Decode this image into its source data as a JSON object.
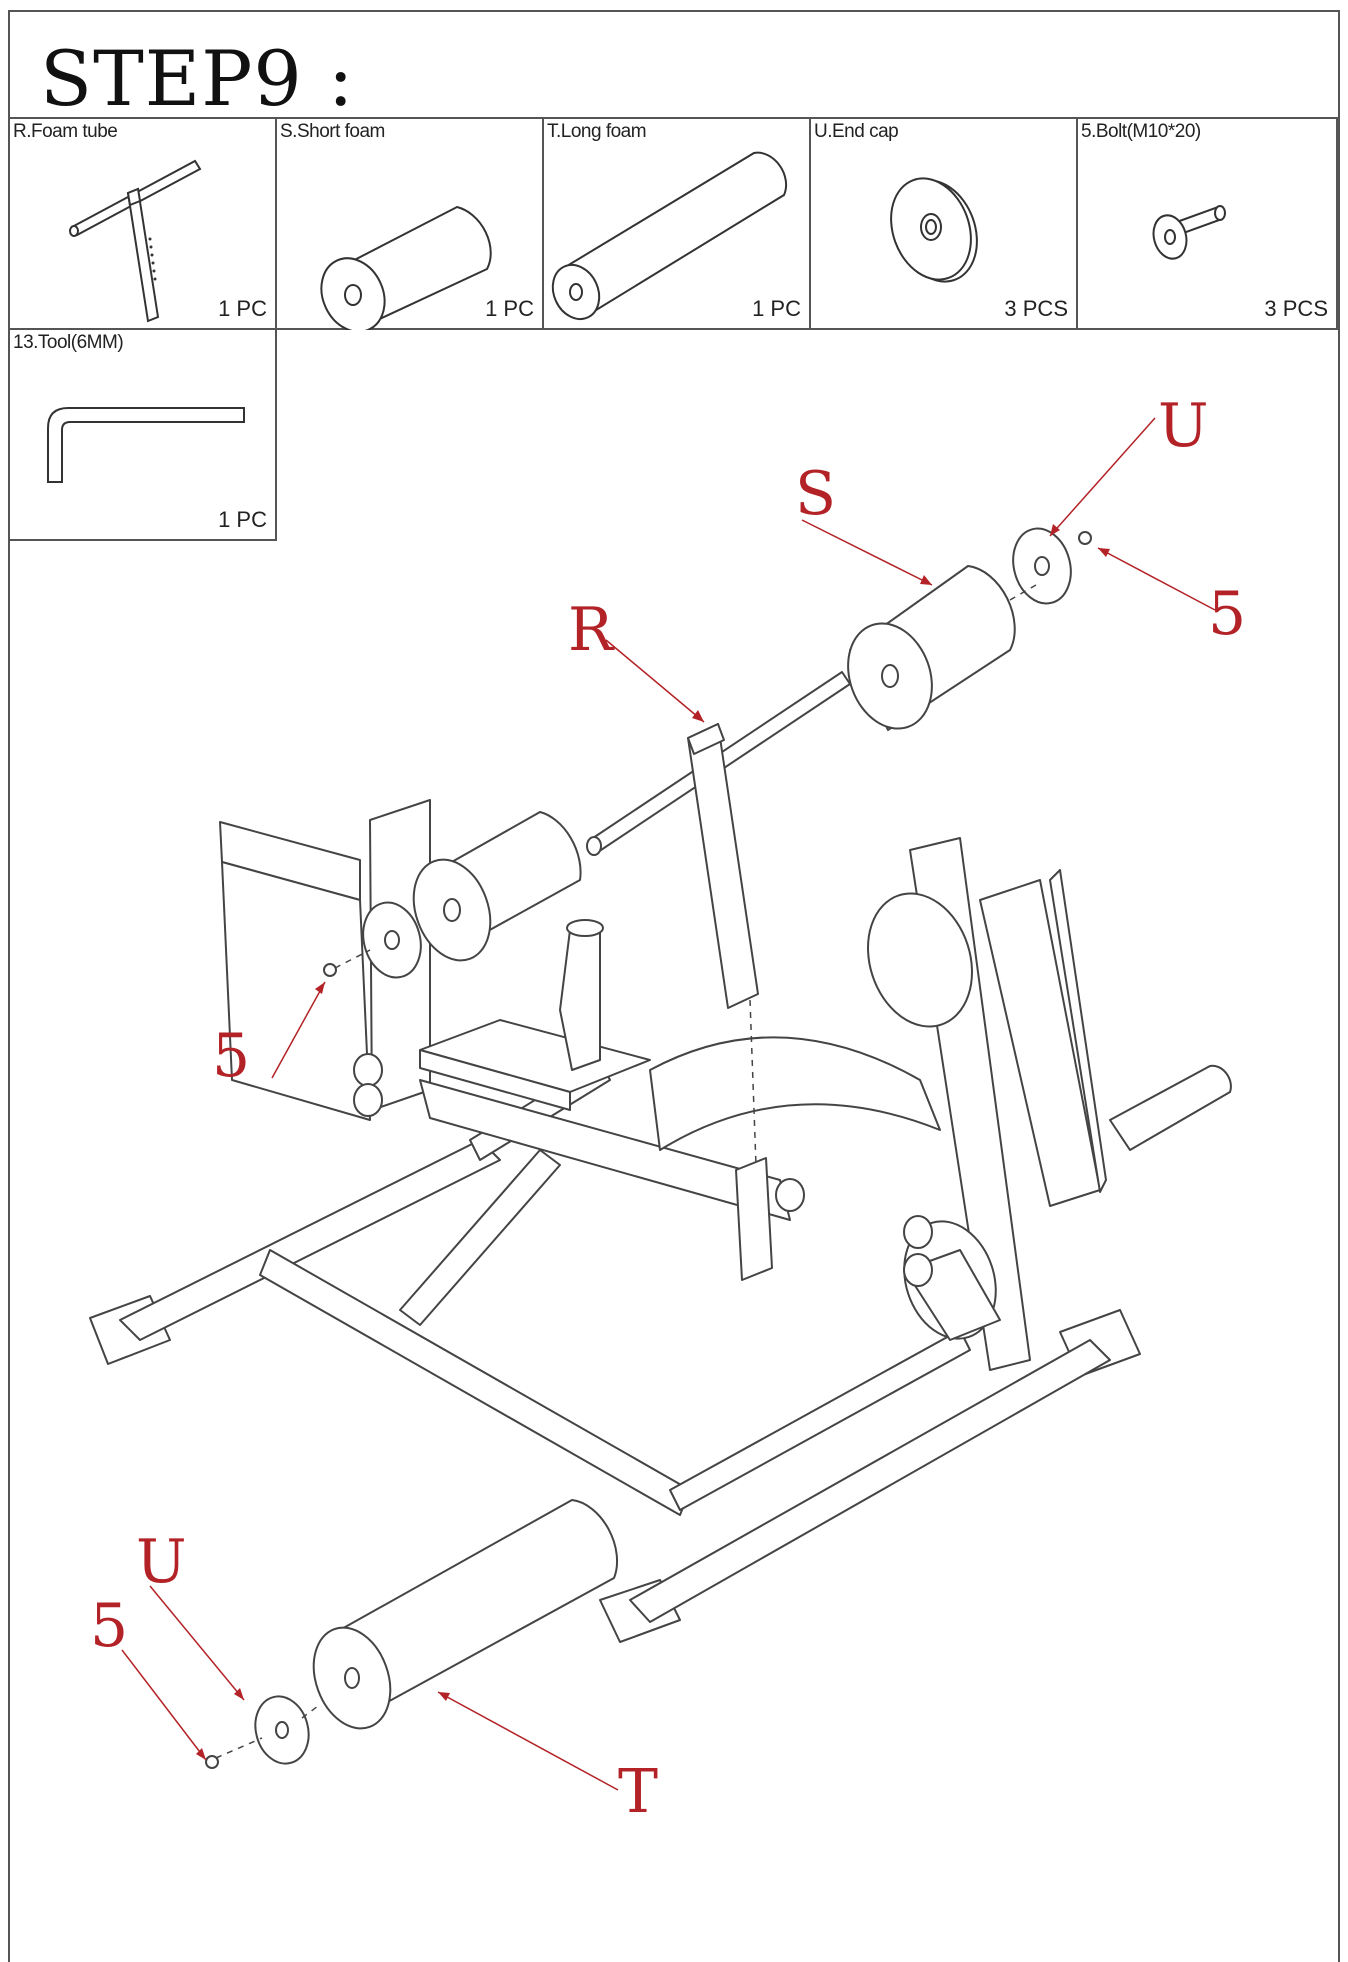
{
  "step": {
    "title": "STEP9 :"
  },
  "parts": [
    {
      "name": "R.Foam tube",
      "qty": "1 PC",
      "icon": "foam-tube-icon"
    },
    {
      "name": "S.Short foam",
      "qty": "1 PC",
      "icon": "short-foam-icon"
    },
    {
      "name": "T.Long foam",
      "qty": "1 PC",
      "icon": "long-foam-icon"
    },
    {
      "name": "U.End cap",
      "qty": "3 PCS",
      "icon": "end-cap-icon"
    },
    {
      "name": "5.Bolt(M10*20)",
      "qty": "3 PCS",
      "icon": "bolt-icon"
    },
    {
      "name": "13.Tool(6MM)",
      "qty": "1 PC",
      "icon": "hex-key-icon"
    }
  ],
  "callouts": {
    "R": "R",
    "S": "S",
    "T": "T",
    "U_top": "U",
    "U_bottom": "U",
    "bolt_top": "5",
    "bolt_left": "5",
    "bolt_bottom": "5"
  },
  "colors": {
    "callout": "#b32226",
    "line": "#555555"
  }
}
